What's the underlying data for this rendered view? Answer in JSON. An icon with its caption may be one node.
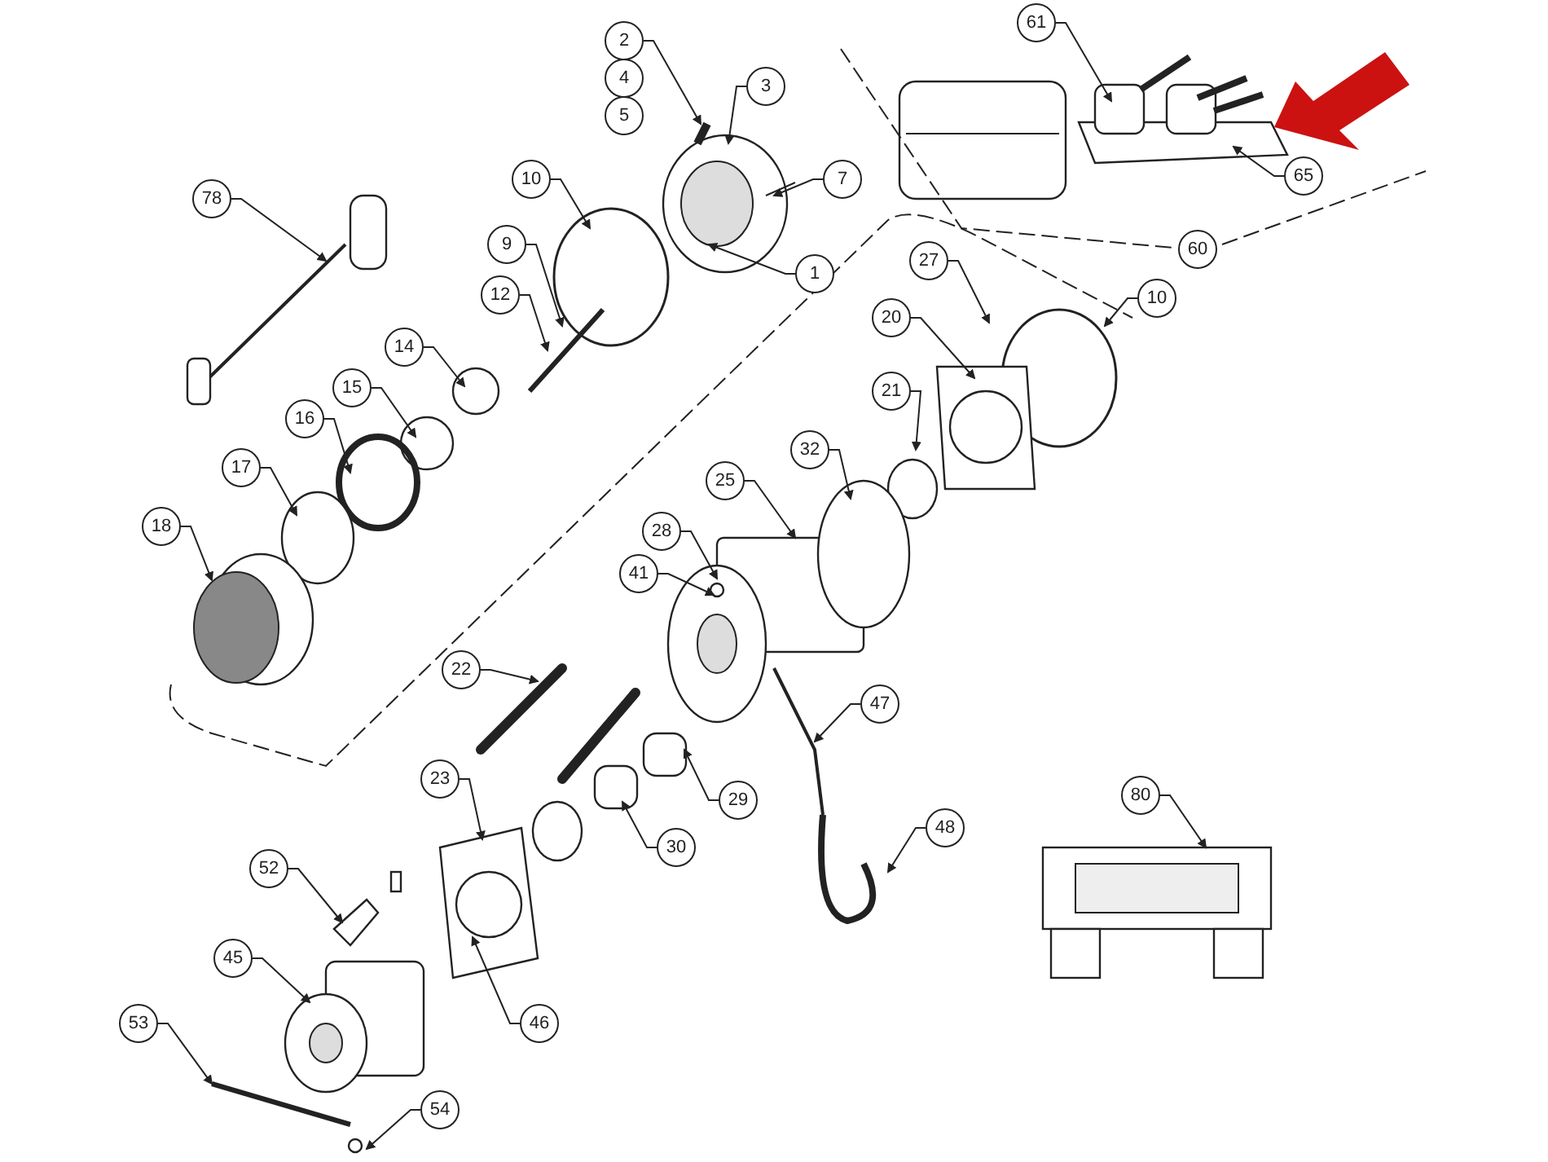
{
  "diagram": {
    "nodes": [
      {
        "text": [
          "2"
        ]
      },
      {
        "text": [
          "4"
        ]
      },
      {
        "text": [
          "5"
        ]
      },
      {
        "text": [
          "3"
        ]
      },
      {
        "text": [
          "78"
        ]
      },
      {
        "text": [
          "10"
        ]
      },
      {
        "text": [
          "7"
        ]
      },
      {
        "text": [
          "61"
        ]
      },
      {
        "text": [
          "65"
        ]
      },
      {
        "text": [
          "9"
        ]
      },
      {
        "text": [
          "1"
        ]
      },
      {
        "text": [
          "60"
        ]
      },
      {
        "text": [
          "27"
        ]
      },
      {
        "text": [
          "12"
        ]
      },
      {
        "text": [
          "10"
        ]
      },
      {
        "text": [
          "20"
        ]
      },
      {
        "text": [
          "14"
        ]
      },
      {
        "text": [
          "15"
        ]
      },
      {
        "text": [
          "21"
        ]
      },
      {
        "text": [
          "16"
        ]
      },
      {
        "text": [
          "32"
        ]
      },
      {
        "text": [
          "17"
        ]
      },
      {
        "text": [
          "25"
        ]
      },
      {
        "text": [
          "18"
        ]
      },
      {
        "text": [
          "28"
        ]
      },
      {
        "text": [
          "41"
        ]
      },
      {
        "text": [
          "22"
        ]
      },
      {
        "text": [
          "47"
        ]
      },
      {
        "text": [
          "80"
        ]
      },
      {
        "text": [
          "23"
        ]
      },
      {
        "text": [
          "29"
        ]
      },
      {
        "text": [
          "48"
        ]
      },
      {
        "text": [
          "30"
        ]
      },
      {
        "text": [
          "52"
        ]
      },
      {
        "text": [
          "45"
        ]
      },
      {
        "text": [
          "46"
        ]
      },
      {
        "text": [
          "53"
        ]
      },
      {
        "text": [
          "54"
        ]
      }
    ],
    "edges": [
      {
        "from": 0,
        "to": null,
        "arrow": "to"
      },
      {
        "from": 3,
        "to": null,
        "arrow": "to"
      },
      {
        "from": 4,
        "to": null,
        "arrow": "to"
      },
      {
        "from": 5,
        "to": null,
        "arrow": "to"
      },
      {
        "from": 6,
        "to": null,
        "arrow": "to"
      },
      {
        "from": 7,
        "to": null,
        "arrow": "to"
      },
      {
        "from": 8,
        "to": null,
        "arrow": "to"
      },
      {
        "from": 9,
        "to": null,
        "arrow": "to"
      },
      {
        "from": 10,
        "to": null,
        "arrow": "to"
      },
      {
        "from": 12,
        "to": null,
        "arrow": "to"
      },
      {
        "from": 13,
        "to": null,
        "arrow": "to"
      },
      {
        "from": 14,
        "to": null,
        "arrow": "to"
      },
      {
        "from": 15,
        "to": null,
        "arrow": "to"
      },
      {
        "from": 16,
        "to": null,
        "arrow": "to"
      },
      {
        "from": 17,
        "to": null,
        "arrow": "to"
      },
      {
        "from": 18,
        "to": null,
        "arrow": "to"
      },
      {
        "from": 19,
        "to": null,
        "arrow": "to"
      },
      {
        "from": 20,
        "to": null,
        "arrow": "to"
      },
      {
        "from": 21,
        "to": null,
        "arrow": "to"
      },
      {
        "from": 22,
        "to": null,
        "arrow": "to"
      },
      {
        "from": 23,
        "to": null,
        "arrow": "to"
      },
      {
        "from": 24,
        "to": null,
        "arrow": "to"
      },
      {
        "from": 25,
        "to": null,
        "arrow": "to"
      },
      {
        "from": 26,
        "to": null,
        "arrow": "to"
      },
      {
        "from": 27,
        "to": null,
        "arrow": "to"
      },
      {
        "from": 28,
        "to": null,
        "arrow": "to"
      },
      {
        "from": 29,
        "to": null,
        "arrow": "to"
      },
      {
        "from": 30,
        "to": null,
        "arrow": "to"
      },
      {
        "from": 31,
        "to": null,
        "arrow": "to"
      },
      {
        "from": 32,
        "to": null,
        "arrow": "to"
      },
      {
        "from": 33,
        "to": null,
        "arrow": "to"
      },
      {
        "from": 34,
        "to": null,
        "arrow": "to"
      },
      {
        "from": 35,
        "to": null,
        "arrow": "to"
      },
      {
        "from": 36,
        "to": null,
        "arrow": "to"
      },
      {
        "from": 37,
        "to": null,
        "arrow": "to"
      }
    ]
  }
}
